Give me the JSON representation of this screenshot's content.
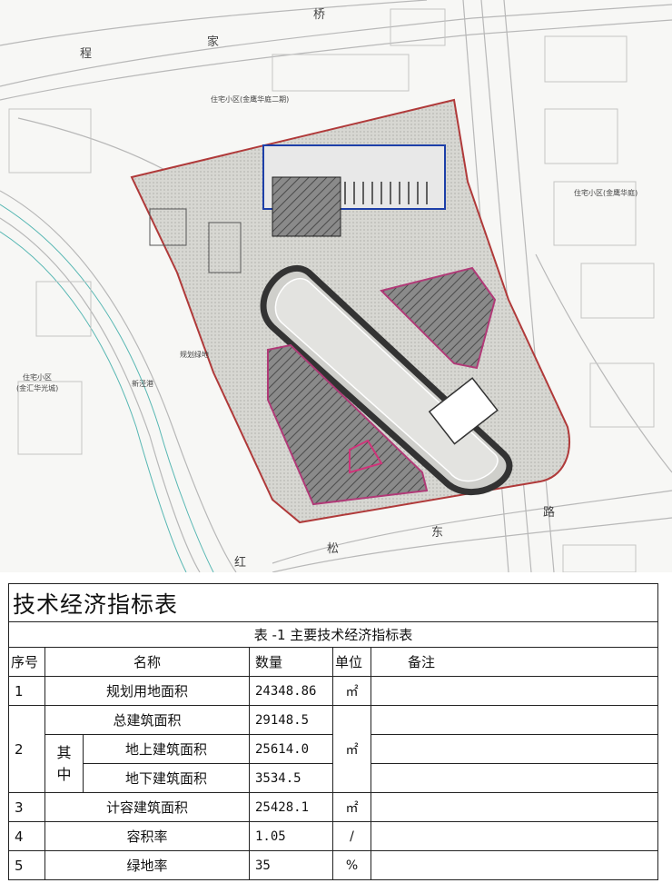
{
  "plan": {
    "road_north": [
      "桥",
      "程",
      "家"
    ],
    "road_south": [
      "路",
      "东",
      "松",
      "红"
    ],
    "residential_ne": "住宅小区(金鹰华庭二期)",
    "residential_e": "住宅小区(金鹰华庭)",
    "residential_w": "住宅小区",
    "residential_w2": "(金汇华光城)",
    "river": "新泾港",
    "green": "规划绿地"
  },
  "table": {
    "title": "技术经济指标表",
    "caption": "表 -1   主要技术经济指标表",
    "headers": {
      "seq": "序号",
      "name": "名称",
      "qty": "数量",
      "unit": "单位",
      "note": "备注"
    },
    "rows": [
      {
        "seq": "1",
        "name": "规划用地面积",
        "qty": "24348.86",
        "unit": "㎡",
        "note": ""
      },
      {
        "seq": "2",
        "name": "总建筑面积",
        "qty": "29148.5",
        "unit": "㎡",
        "note": ""
      },
      {
        "name": "地上建筑面积",
        "qty": "25614.0",
        "note": ""
      },
      {
        "name": "地下建筑面积",
        "qty": "3534.5",
        "note": ""
      },
      {
        "seq": "3",
        "name": "计容建筑面积",
        "qty": "25428.1",
        "unit": "㎡",
        "note": ""
      },
      {
        "seq": "4",
        "name": "容积率",
        "qty": "1.05",
        "unit": "/",
        "note": ""
      },
      {
        "seq": "5",
        "name": "绿地率",
        "qty": "35",
        "unit": "%",
        "note": ""
      }
    ],
    "qizhong_1": "其",
    "qizhong_2": "中"
  }
}
